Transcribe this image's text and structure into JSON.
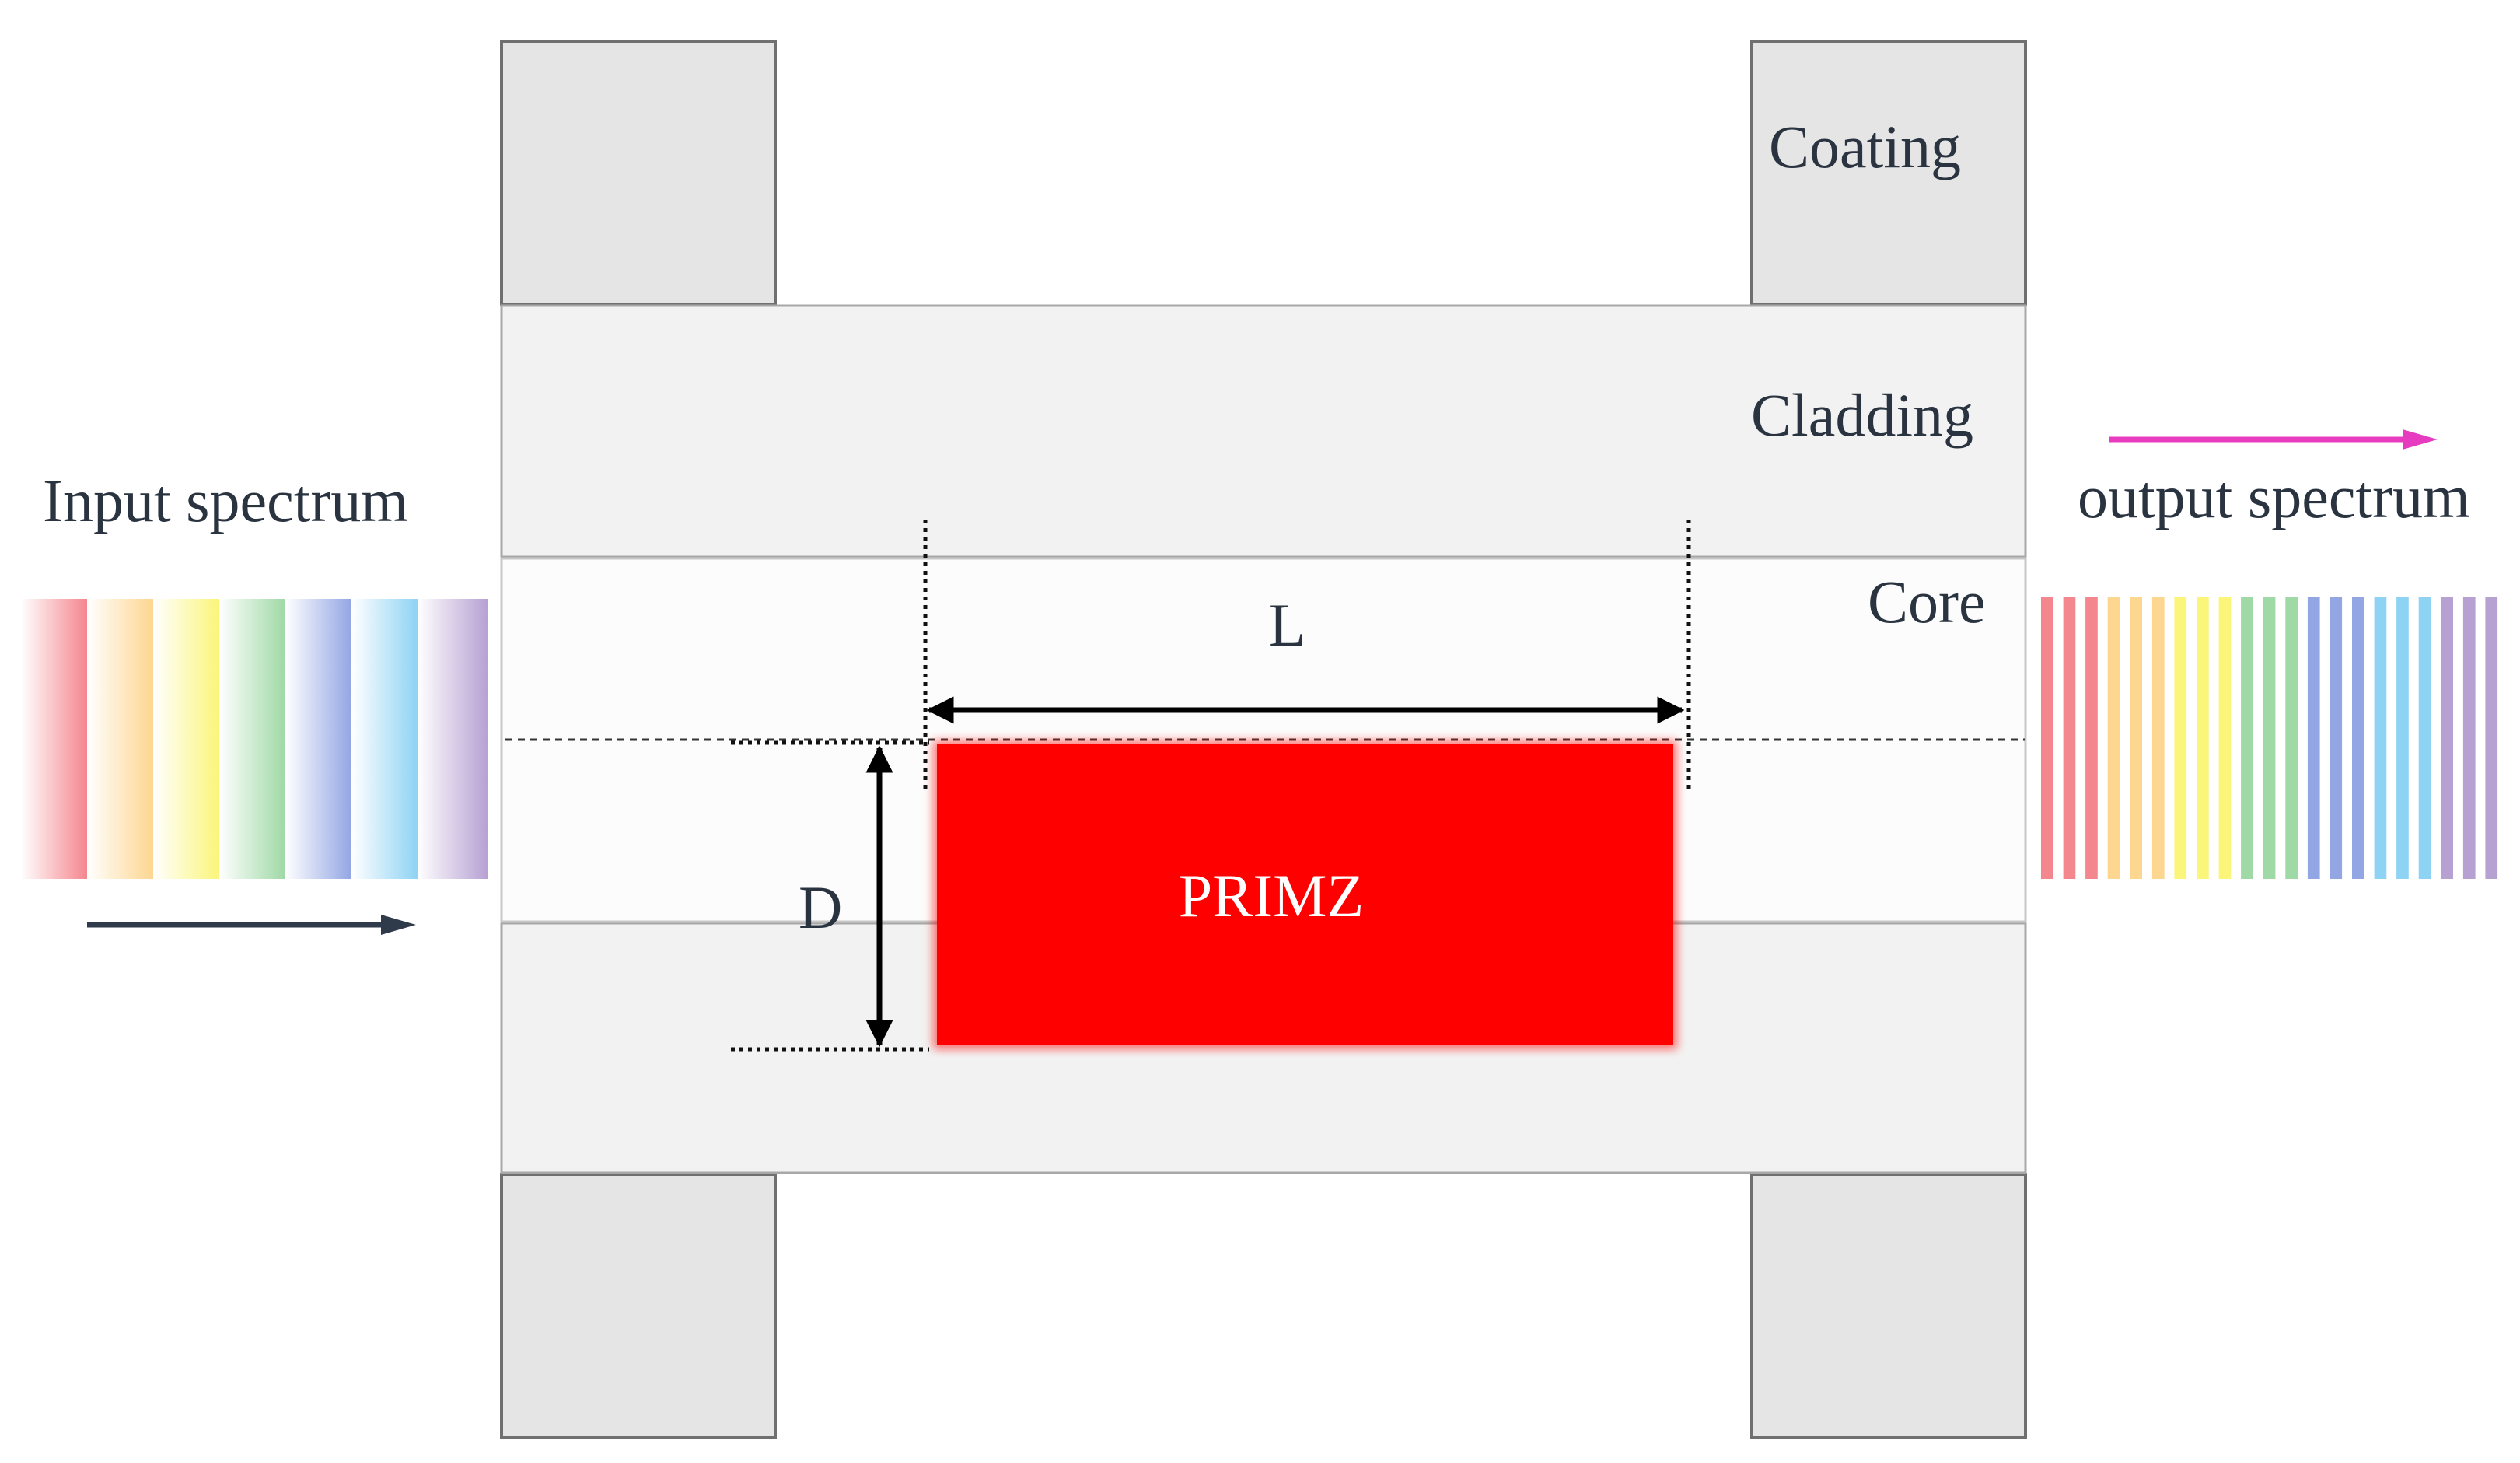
{
  "labels": {
    "coating": "Coating",
    "cladding": "Cladding",
    "core": "Core",
    "input_spectrum": "Input spectrum",
    "output_spectrum": "output spectrum",
    "length": "L",
    "depth": "D",
    "region": "PRIMZ"
  },
  "colors": {
    "coating": "#e5e5e5",
    "cladding": "#f2f2f2",
    "core": "#fcfcfc",
    "region": "#ff0000",
    "input_arrow": "#2f3a4a",
    "output_arrow": "#e83cc0",
    "spectrum": [
      "#f4868e",
      "#fdd690",
      "#fbf57a",
      "#9fd9a6",
      "#93a6e4",
      "#8fd3f4",
      "#b7a1d3"
    ]
  }
}
